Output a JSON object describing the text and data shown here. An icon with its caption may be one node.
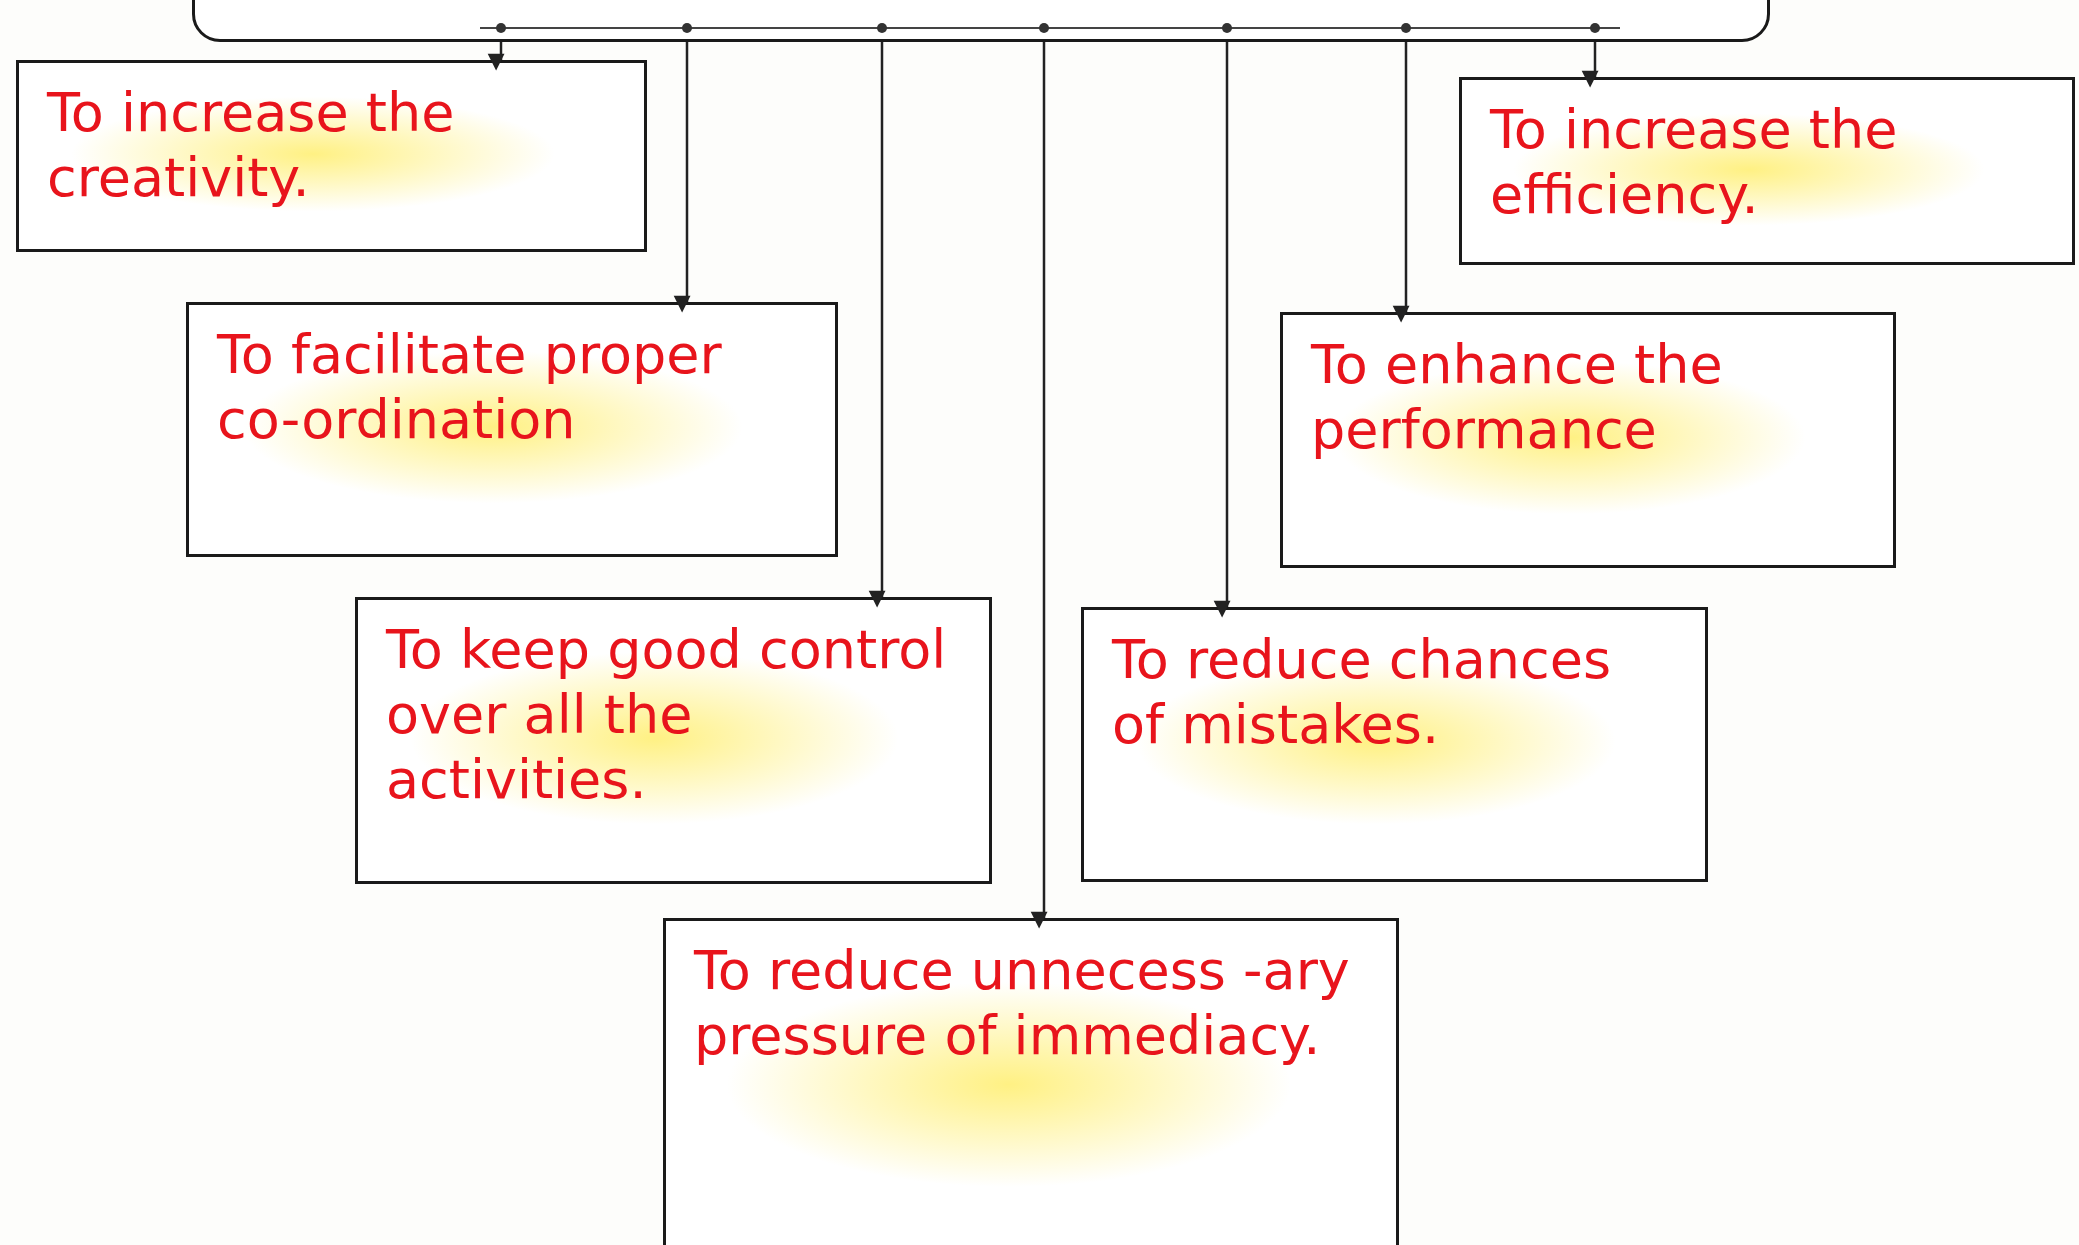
{
  "diagram": {
    "nodes": [
      {
        "text": [],
        "shape": "box"
      },
      {
        "text": [
          "To increase the creativity."
        ]
      },
      {
        "text": [
          "To facilitate proper co-ordination"
        ]
      },
      {
        "text": [
          "To keep good control over all the activities."
        ]
      },
      {
        "text": [
          "To reduce unnecess -ary pressure of immediacy."
        ]
      },
      {
        "text": [
          "To reduce chances of mistakes."
        ]
      },
      {
        "text": [
          "To enhance the performance"
        ]
      },
      {
        "text": [
          "To increase the efficiency."
        ]
      }
    ],
    "edges": [
      {
        "from": 0,
        "to": 1,
        "arrow": "to"
      },
      {
        "from": 0,
        "to": 2,
        "arrow": "to"
      },
      {
        "from": 0,
        "to": 3,
        "arrow": "to"
      },
      {
        "from": 0,
        "to": 4,
        "arrow": "to"
      },
      {
        "from": 0,
        "to": 5,
        "arrow": "to"
      },
      {
        "from": 0,
        "to": 6,
        "arrow": "to"
      },
      {
        "from": 0,
        "to": 7,
        "arrow": "to"
      }
    ]
  }
}
